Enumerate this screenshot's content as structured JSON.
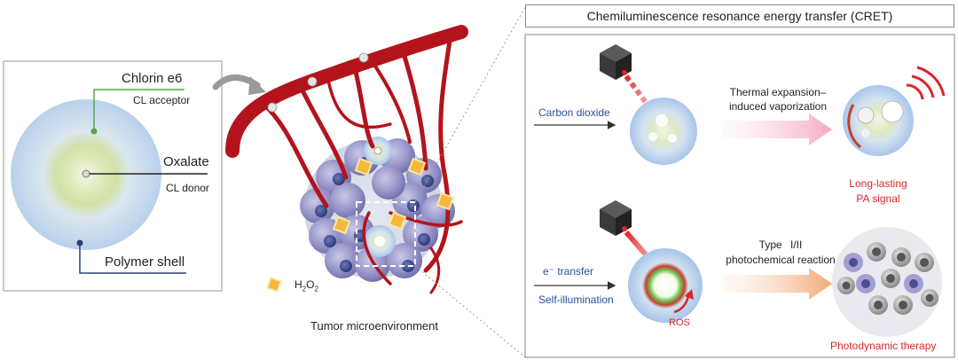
{
  "left_panel": {
    "chlorin_label": "Chlorin e6",
    "chlorin_sub": "CL acceptor",
    "oxalate_label": "Oxalate",
    "oxalate_sub": "CL donor",
    "shell_label": "Polymer shell"
  },
  "middle": {
    "h2o2_label": "H",
    "h2o2_sub2": "2",
    "h2o2_mid": "O",
    "h2o2_sub2b": "2",
    "caption": "Tumor microenvironment"
  },
  "right_panel": {
    "title": "Chemiluminescence resonance energy transfer (CRET)",
    "top_row": {
      "left_label": "Carbon dioxide",
      "process_line1": "Thermal expansion–",
      "process_line2": "induced vaporization",
      "result_line1": "Long-lasting",
      "result_line2": "PA signal"
    },
    "bottom_row": {
      "left_label1": "e⁻ transfer",
      "left_label2": "Self-illumination",
      "ros_label": "ROS",
      "process_line1": "Type  I/II",
      "process_line2": "photochemical reaction",
      "result_label": "Photodynamic therapy"
    }
  },
  "colors": {
    "accent_red": "#d9262b",
    "label_blue": "#2b4f9e",
    "vessel_red": "#b3141c",
    "shell_blue": "#c9dbf0",
    "core_green": "#d4e3a4"
  }
}
